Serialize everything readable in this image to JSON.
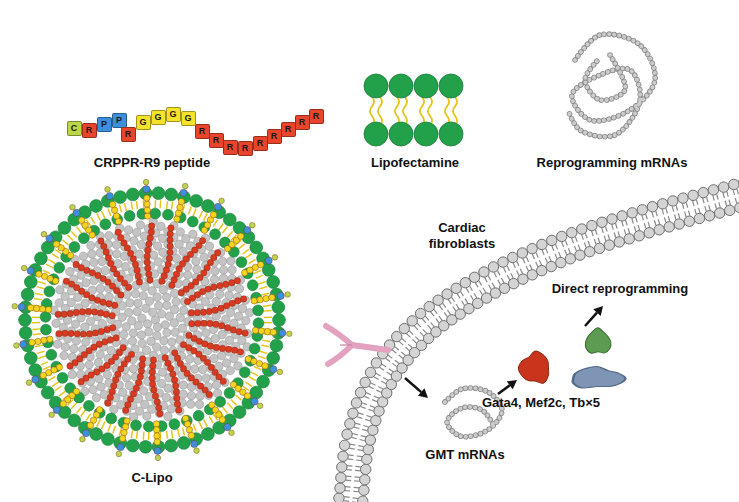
{
  "diagram": {
    "nodes": [
      {
        "text": [
          "C"
        ]
      },
      {
        "text": [
          "R"
        ]
      },
      {
        "text": [
          "P"
        ]
      },
      {
        "text": [
          "P"
        ]
      },
      {
        "text": [
          "R"
        ]
      },
      {
        "text": [
          "G"
        ]
      },
      {
        "text": [
          "G"
        ]
      },
      {
        "text": [
          "G"
        ]
      },
      {
        "text": [
          "G"
        ]
      },
      {
        "text": [
          "R"
        ]
      },
      {
        "text": [
          "R"
        ]
      },
      {
        "text": [
          "R"
        ]
      },
      {
        "text": [
          "R"
        ]
      },
      {
        "text": [
          "R"
        ]
      },
      {
        "text": [
          "R"
        ]
      },
      {
        "text": [
          "R"
        ]
      },
      {
        "text": [
          "R"
        ]
      },
      {
        "text": [
          "R"
        ]
      }
    ],
    "labels": [
      "CRPPR-R9 peptide",
      "Lipofectamine",
      "Reprogramming mRNAs",
      "Cardiac fibroblasts",
      "Direct reprogramming",
      "Gata4, Mef2c, Tb×5",
      "GMT mRNAs",
      "C-Lipo"
    ]
  }
}
